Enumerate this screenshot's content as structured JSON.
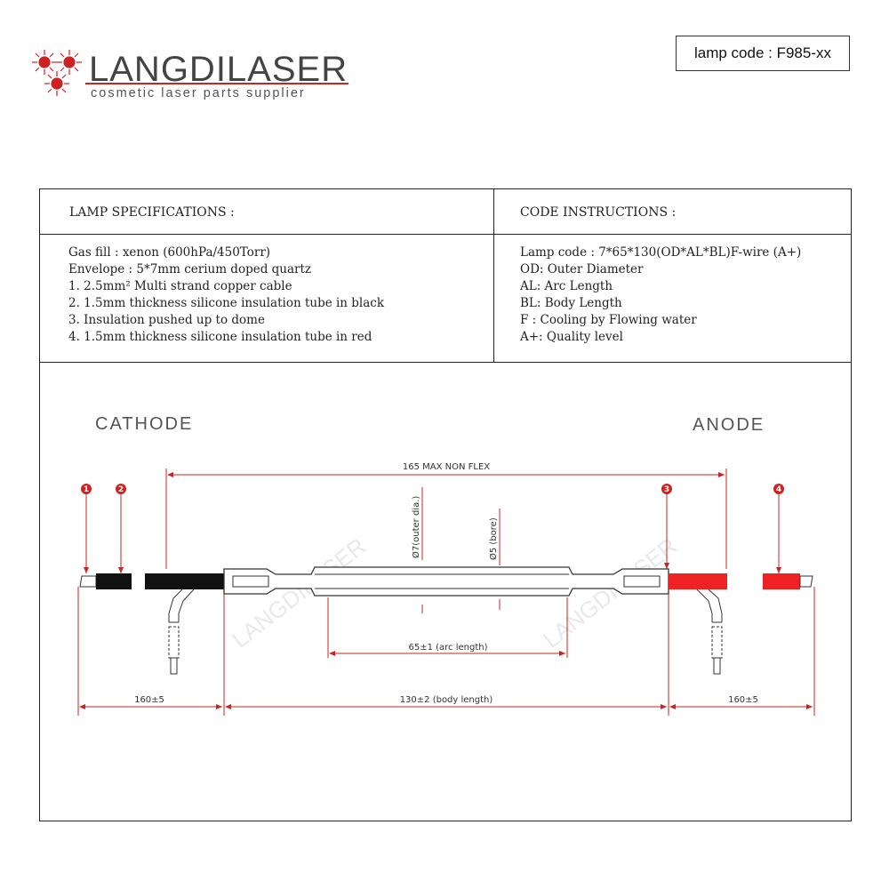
{
  "brand": {
    "name": "LANGDILASER",
    "tagline": "cosmetic laser parts supplier",
    "accent_color": "#cc2222"
  },
  "lamp_code_box": "lamp code : F985-xx",
  "specs": {
    "title": "LAMP SPECIFICATIONS :",
    "items": [
      "Gas fill : xenon (600hPa/450Torr)",
      "Envelope : 5*7mm cerium doped quartz",
      "1. 2.5mm² Multi strand copper cable",
      "2. 1.5mm thickness silicone insulation tube in  black",
      "3. Insulation pushed up to dome",
      "4. 1.5mm thickness silicone insulation tube in red"
    ]
  },
  "code": {
    "title": "CODE INSTRUCTIONS :",
    "items": [
      "Lamp code : 7*65*130(OD*AL*BL)F-wire (A+)",
      "OD: Outer Diameter",
      "AL: Arc Length",
      "BL: Body Length",
      "F   : Cooling by Flowing water",
      "A+: Quality level"
    ]
  },
  "diagram": {
    "cathode_label": "CATHODE",
    "anode_label": "ANODE",
    "markers": [
      "1",
      "2",
      "3",
      "4"
    ],
    "dim_total": "165 MAX NON FLEX",
    "dim_outer": "Ø7(outer dia.)",
    "dim_bore": "Ø5 (bore)",
    "dim_arc": "65±1 (arc length)",
    "dim_body": "130±2 (body length)",
    "dim_left_wire": "160±5",
    "dim_right_wire": "160±5",
    "watermark": "LANGDILASER",
    "colors": {
      "black_tube": "#111111",
      "red_tube": "#ee2222",
      "dim_line": "#cc2222"
    }
  }
}
